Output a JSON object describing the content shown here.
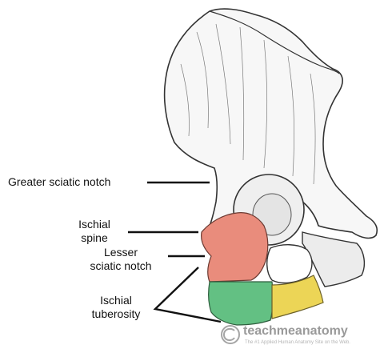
{
  "labels": {
    "greater_sciatic_notch": "Greater sciatic notch",
    "ischial_spine_line1": "Ischial",
    "ischial_spine_line2": "spine",
    "lesser_sciatic_notch_line1": "Lesser",
    "lesser_sciatic_notch_line2": "sciatic notch",
    "ischial_tuberosity_line1": "Ischial",
    "ischial_tuberosity_line2": "tuberosity"
  },
  "watermark": {
    "brand": "teachmeanatomy",
    "tagline": "The #1 Applied Human Anatomy Site on the Web.",
    "logo": "copyright-circle-icon"
  },
  "colors": {
    "region_red": "#e98c7c",
    "region_green": "#63c083",
    "region_yellow": "#ecd556",
    "bone_outline": "#333333",
    "bone_fill": "#f7f7f7",
    "leader_line": "#111111"
  }
}
